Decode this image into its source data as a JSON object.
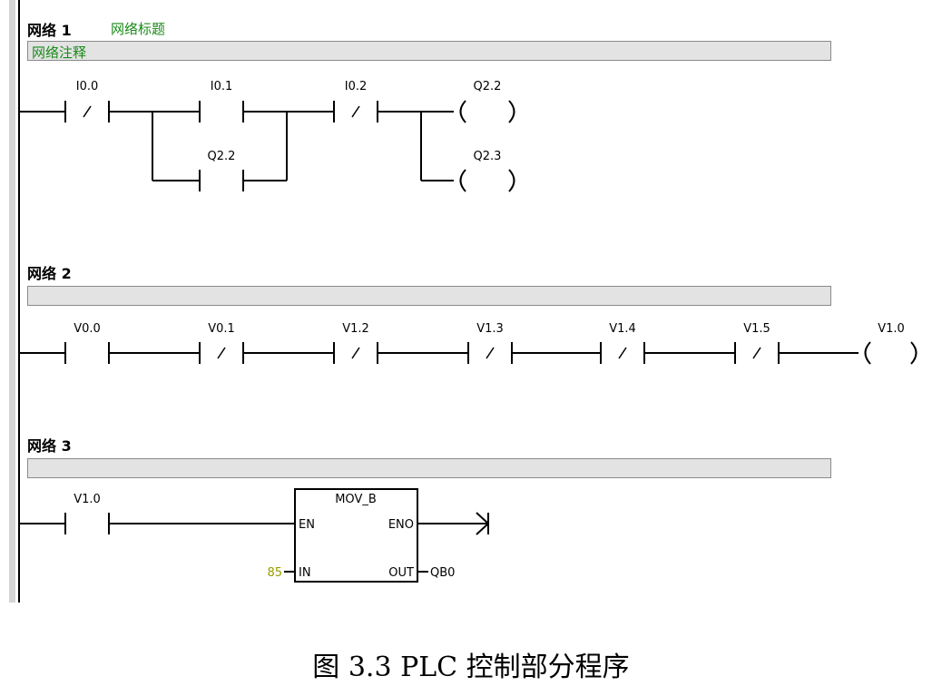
{
  "networks": [
    {
      "label": "网络 1",
      "title": "网络标题",
      "comment": "网络注释",
      "elements": [
        {
          "kind": "contact",
          "type": "NC",
          "address": "I0.0"
        },
        {
          "kind": "contact",
          "type": "NO",
          "address": "I0.1"
        },
        {
          "kind": "contact",
          "type": "NO",
          "address": "Q2.2"
        },
        {
          "kind": "contact",
          "type": "NC",
          "address": "I0.2"
        },
        {
          "kind": "coil",
          "address": "Q2.2"
        },
        {
          "kind": "coil",
          "address": "Q2.3"
        }
      ]
    },
    {
      "label": "网络 2",
      "comment": "",
      "elements": [
        {
          "kind": "contact",
          "type": "NO",
          "address": "V0.0"
        },
        {
          "kind": "contact",
          "type": "NC",
          "address": "V0.1"
        },
        {
          "kind": "contact",
          "type": "NC",
          "address": "V1.2"
        },
        {
          "kind": "contact",
          "type": "NC",
          "address": "V1.3"
        },
        {
          "kind": "contact",
          "type": "NC",
          "address": "V1.4"
        },
        {
          "kind": "contact",
          "type": "NC",
          "address": "V1.5"
        },
        {
          "kind": "coil",
          "address": "V1.0"
        }
      ]
    },
    {
      "label": "网络 3",
      "comment": "",
      "elements": [
        {
          "kind": "contact",
          "type": "NO",
          "address": "V1.0"
        },
        {
          "kind": "box",
          "name": "MOV_B",
          "pins": {
            "en": "EN",
            "eno": "ENO",
            "in": "IN",
            "out": "OUT"
          },
          "in_value": "85",
          "out_address": "QB0"
        }
      ]
    }
  ],
  "caption": "图 3.3 PLC 控制部分程序",
  "colors": {
    "line": "#000000",
    "comment_text": "#1a8a1a",
    "constant": "#9a9a00",
    "bar": "#e3e3e3"
  }
}
